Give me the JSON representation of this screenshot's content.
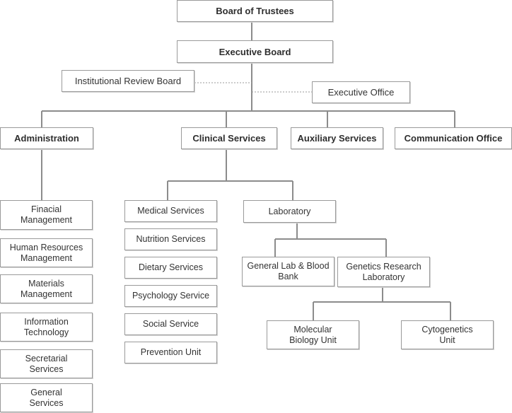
{
  "org": {
    "board_of_trustees": "Board of Trustees",
    "executive_board": "Executive Board",
    "institutional_review_board": "Institutional Review Board",
    "executive_office": "Executive Office",
    "departments": {
      "administration": "Administration",
      "clinical_services": "Clinical Services",
      "auxiliary_services": "Auxiliary Services",
      "communication_office": "Communication Office"
    },
    "administration_units": [
      "Finacial\nManagement",
      "Human Resources\nManagement",
      "Materials\nManagement",
      "Information\nTechnology",
      "Secretarial\nServices",
      "General\nServices"
    ],
    "clinical_units": [
      "Medical Services",
      "Nutrition Services",
      "Dietary Services",
      "Psychology Service",
      "Social Service",
      "Prevention Unit"
    ],
    "laboratory": "Laboratory",
    "lab_units": {
      "general_lab": "General Lab & Blood\nBank",
      "genetics_research": "Genetics Research\nLaboratory"
    },
    "genetics_units": {
      "molecular_biology": "Molecular\nBiology Unit",
      "cytogenetics": "Cytogenetics\nUnit"
    }
  },
  "colors": {
    "line": "#8c8c8c",
    "border": "#9a9a9a",
    "text": "#333333"
  }
}
